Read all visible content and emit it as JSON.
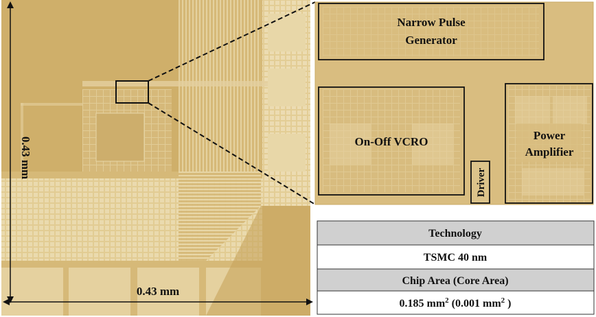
{
  "die": {
    "width_label": "0.43 mm",
    "height_label": "0.43 mm"
  },
  "blocks": {
    "narrow_pulse": {
      "line1": "Narrow Pulse",
      "line2": "Generator"
    },
    "vcro": {
      "label": "On-Off VCRO"
    },
    "driver": {
      "label": "Driver"
    },
    "power_amp": {
      "line1": "Power",
      "line2": "Amplifier"
    }
  },
  "table": {
    "header1": "Technology",
    "value1": "TSMC 40 nm",
    "header2": "Chip Area (Core Area)",
    "value2_main": "0.185 mm",
    "value2_sup": "2",
    "value2_paren_open": " (0.001 mm",
    "value2_sup2": "2",
    "value2_paren_close": " )"
  },
  "colors": {
    "die_base": "#D8BC7C",
    "die_dark": "#C9A85E",
    "metal_light": "#E8D7A8",
    "zoom_base": "#D9BD80",
    "table_header": "#D0D0D0",
    "outline": "#111111"
  }
}
